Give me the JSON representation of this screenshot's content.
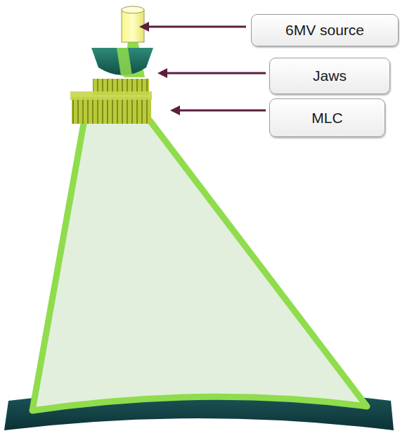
{
  "diagram": {
    "nodes": [
      {
        "text": [
          "6MV source"
        ]
      },
      {
        "text": [
          "Jaws"
        ]
      },
      {
        "text": [
          "MLC"
        ]
      }
    ]
  }
}
